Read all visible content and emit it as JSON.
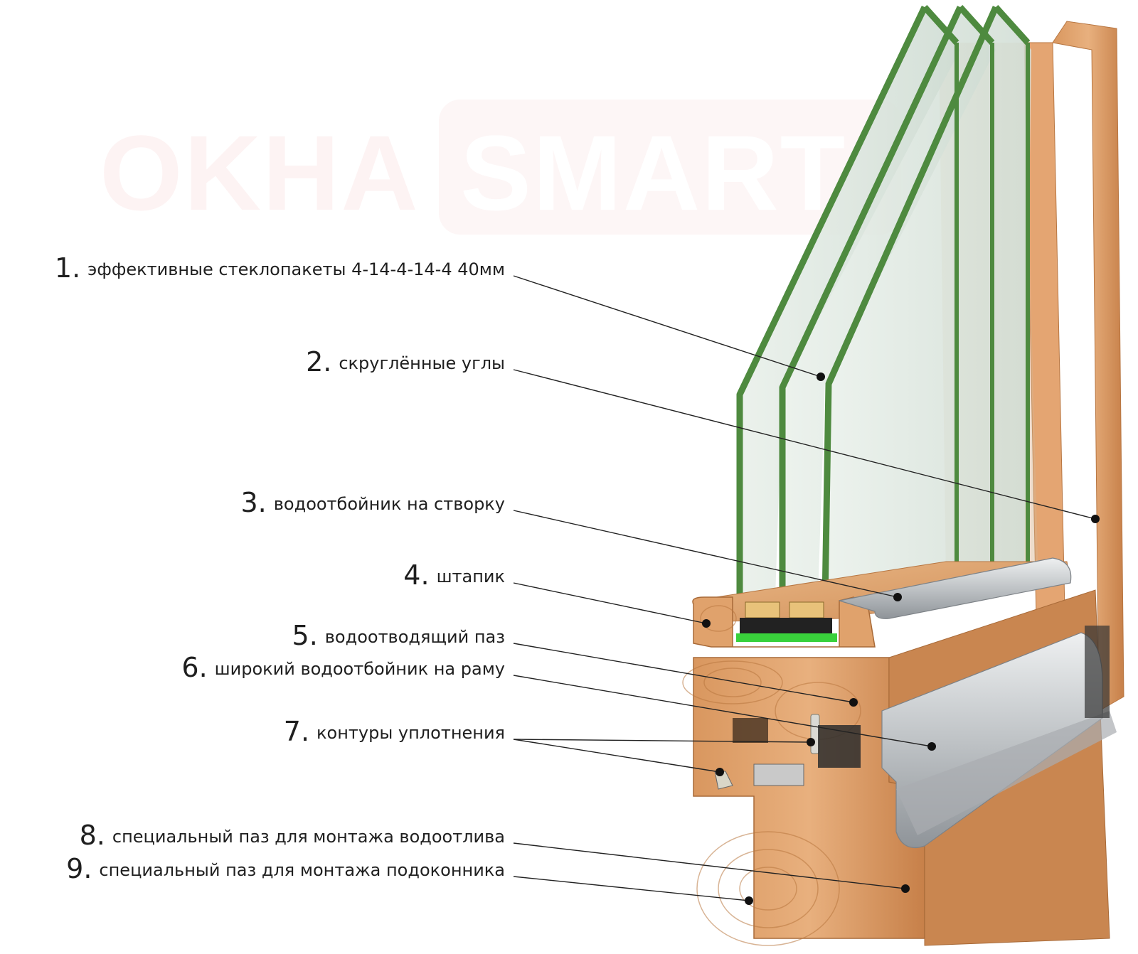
{
  "watermark": {
    "part1": "OKHA",
    "part2": "SMART"
  },
  "callouts": [
    {
      "number": "1.",
      "text": "эффективные стеклопакеты 4-14-4-14-4 40мм"
    },
    {
      "number": "2.",
      "text": "скруглённые углы"
    },
    {
      "number": "3.",
      "text": "водоотбойник на створку"
    },
    {
      "number": "4.",
      "text": "штапик"
    },
    {
      "number": "5.",
      "text": "водоотводящий паз"
    },
    {
      "number": "6.",
      "text": "широкий водоотбойник на раму"
    },
    {
      "number": "7.",
      "text": "контуры уплотнения"
    },
    {
      "number": "8.",
      "text": "специальный паз для монтажа водоотлива"
    },
    {
      "number": "9.",
      "text": "специальный паз для монтажа подоконника"
    }
  ],
  "colors": {
    "glass_edge": "#4e8a3f",
    "glass_fill": "#dfe9e2",
    "wood_light": "#e3a877",
    "wood_dark": "#c98650",
    "aluminium": "#c7cacd",
    "seal": "#2b2b2b",
    "spacer": "#e8c27a",
    "spacer_base": "#39d13b"
  }
}
